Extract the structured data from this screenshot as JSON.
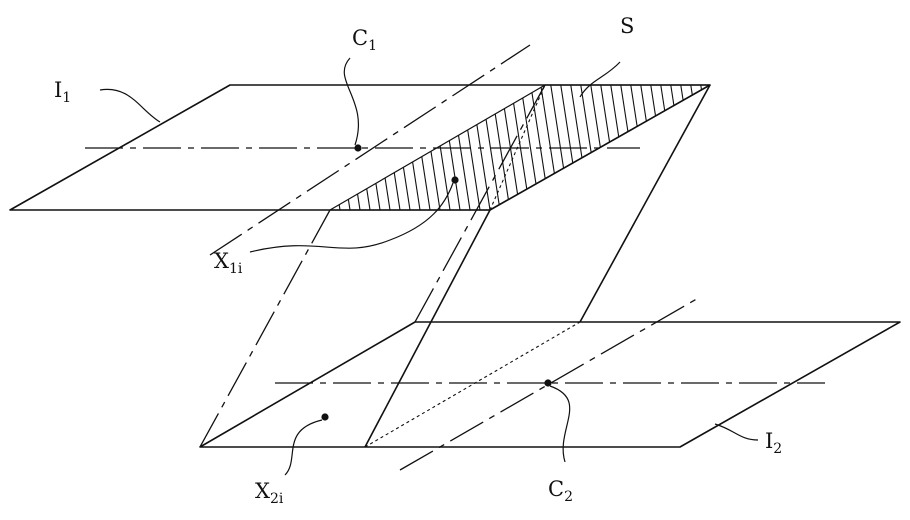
{
  "labels": {
    "plane_top": {
      "main": "I",
      "sub": "1"
    },
    "plane_bottom": {
      "main": "I",
      "sub": "2"
    },
    "center_top": {
      "main": "C",
      "sub": "1"
    },
    "center_bottom": {
      "main": "C",
      "sub": "2"
    },
    "region": {
      "main": "S",
      "sub": ""
    },
    "point_top": {
      "main": "X",
      "sub": "1i"
    },
    "point_bottom": {
      "main": "X",
      "sub": "2i"
    }
  },
  "colors": {
    "ink": "#111111",
    "background": "#ffffff"
  }
}
